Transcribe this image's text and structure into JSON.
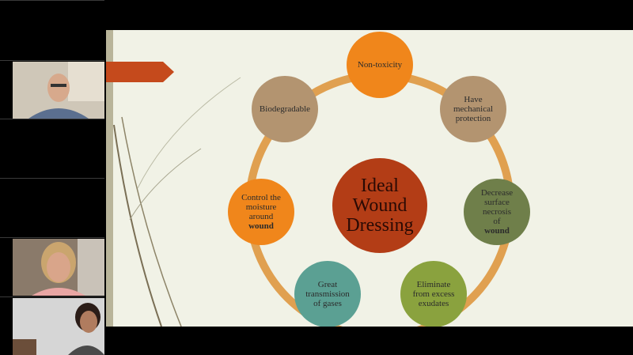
{
  "participants": [
    {
      "slot": "video-1",
      "description": "man with glasses",
      "colors": {
        "bg": "#cfc7b8",
        "face": "#d7a98c",
        "shirt": "#5b6f8f"
      }
    },
    {
      "slot": "empty-1"
    },
    {
      "slot": "empty-2"
    },
    {
      "slot": "video-2",
      "description": "woman with blonde hair",
      "colors": {
        "bg": "#8a7a6a",
        "face": "#d9a58a",
        "hair": "#caa56e",
        "shirt": "#e9a6a4"
      }
    },
    {
      "slot": "video-3",
      "description": "woman with dark hair",
      "colors": {
        "bg": "#d6d6d6",
        "face": "#b07c5f",
        "hair": "#2b1d18"
      }
    }
  ],
  "slide": {
    "center_lines": [
      "Ideal",
      "Wound",
      "Dressing"
    ],
    "nodes": [
      {
        "id": "non-toxicity",
        "lines": [
          "Non-toxicity"
        ],
        "color": "#f0861b"
      },
      {
        "id": "mechanical-protection",
        "lines": [
          "Have",
          "mechanical",
          "protection"
        ],
        "color": "#b39470"
      },
      {
        "id": "decrease-necrosis",
        "lines": [
          "Decrease",
          "surface",
          "necrosis"
        ],
        "bold_tail": {
          "prefix": "of ",
          "bold": "wound"
        },
        "color": "#6f7f4a"
      },
      {
        "id": "eliminate-exudates",
        "lines": [
          "Eliminate",
          "from excess",
          "exudates"
        ],
        "color": "#8aa23e"
      },
      {
        "id": "transmission-gases",
        "lines": [
          "Great",
          "transmission",
          "of gases"
        ],
        "color": "#5ba093"
      },
      {
        "id": "control-moisture",
        "lines": [
          "Control the",
          "moisture"
        ],
        "bold_tail": {
          "prefix": "around ",
          "bold": "wound"
        },
        "color": "#f0861b"
      },
      {
        "id": "biodegradable",
        "lines": [
          "Biodegradable"
        ],
        "color": "#b39470"
      }
    ],
    "colors": {
      "center": "#b33d16",
      "ring": "#e0a050",
      "arrow": "#c54a1c",
      "border": "#b9b59a",
      "background": "#f1f2e6"
    }
  }
}
